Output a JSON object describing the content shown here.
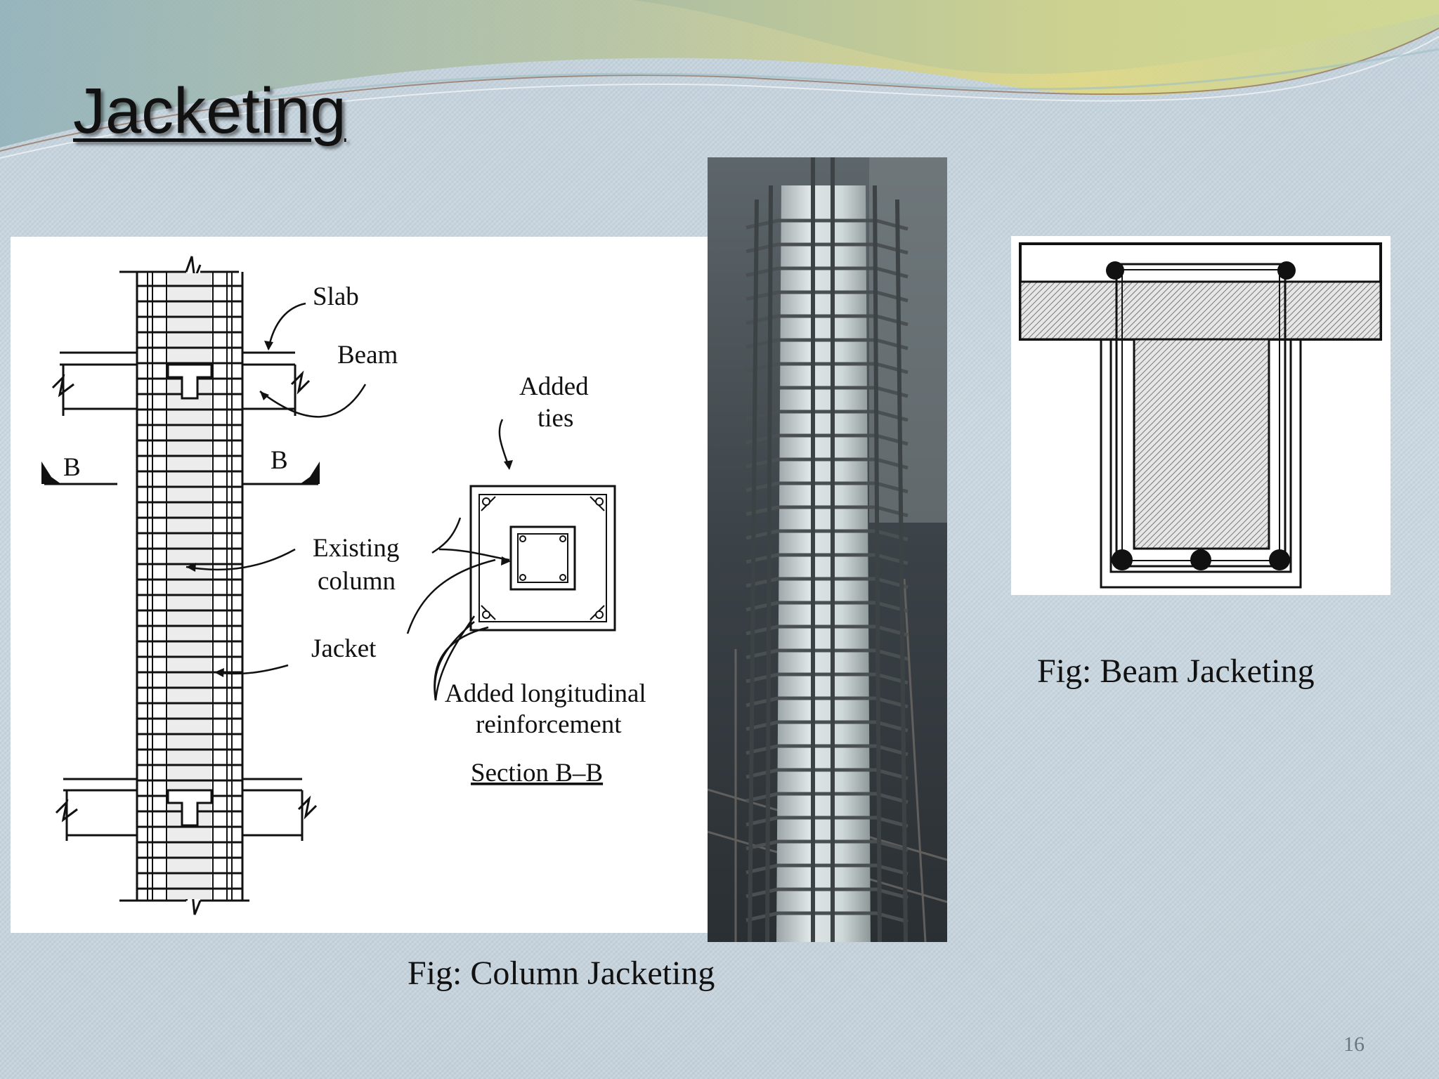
{
  "slide": {
    "title": "Jacketing",
    "page_number": "16"
  },
  "column_diagram": {
    "labels": {
      "slab": "Slab",
      "beam": "Beam",
      "section_mark_left": "B",
      "section_mark_right": "B",
      "added_ties_line1": "Added",
      "added_ties_line2": "ties",
      "existing_column_line1": "Existing",
      "existing_column_line2": "column",
      "jacket": "Jacket",
      "added_longitudinal_line1": "Added longitudinal",
      "added_longitudinal_line2": "reinforcement",
      "section_title": "Section B–B"
    }
  },
  "captions": {
    "column": "Fig: Column Jacketing",
    "beam": "Fig: Beam Jacketing"
  },
  "colors": {
    "background": "#c9d6df",
    "wave_yellow": "#d9d88a",
    "wave_teal": "#7fa2a8",
    "ink": "#111111"
  }
}
